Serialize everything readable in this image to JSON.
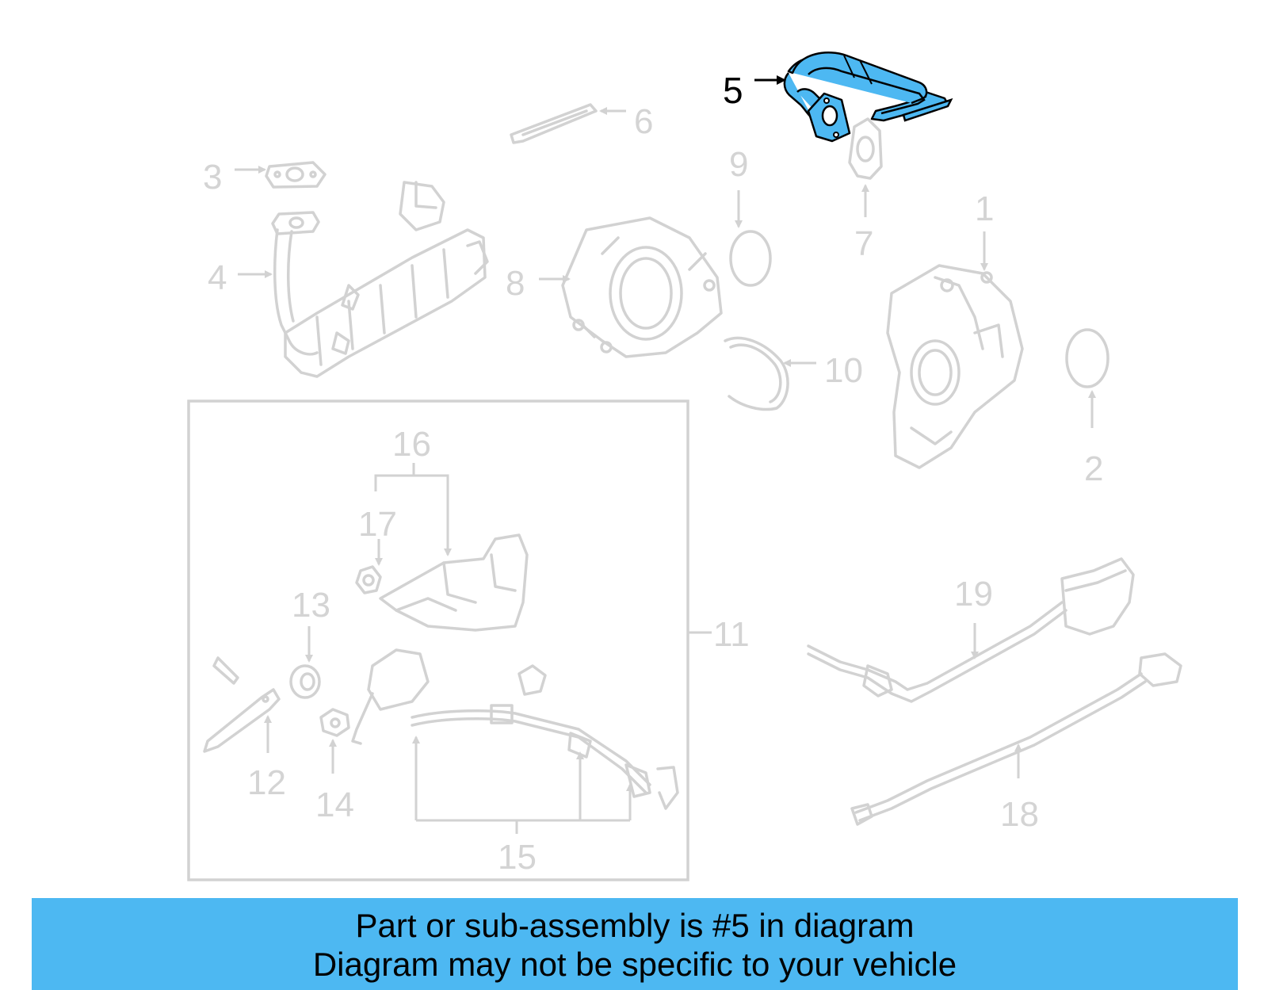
{
  "diagram": {
    "highlight_color": "#4db8f2",
    "faded_color": "#d2d2d2",
    "highlighted_callout": "5",
    "callouts": [
      "1",
      "2",
      "3",
      "4",
      "5",
      "6",
      "7",
      "8",
      "9",
      "10",
      "11",
      "12",
      "13",
      "14",
      "15",
      "16",
      "17",
      "18",
      "19"
    ]
  },
  "banner": {
    "line1": "Part or sub-assembly is #5 in diagram",
    "line2": "Diagram may not be specific to your vehicle",
    "background": "#4db8f2"
  }
}
